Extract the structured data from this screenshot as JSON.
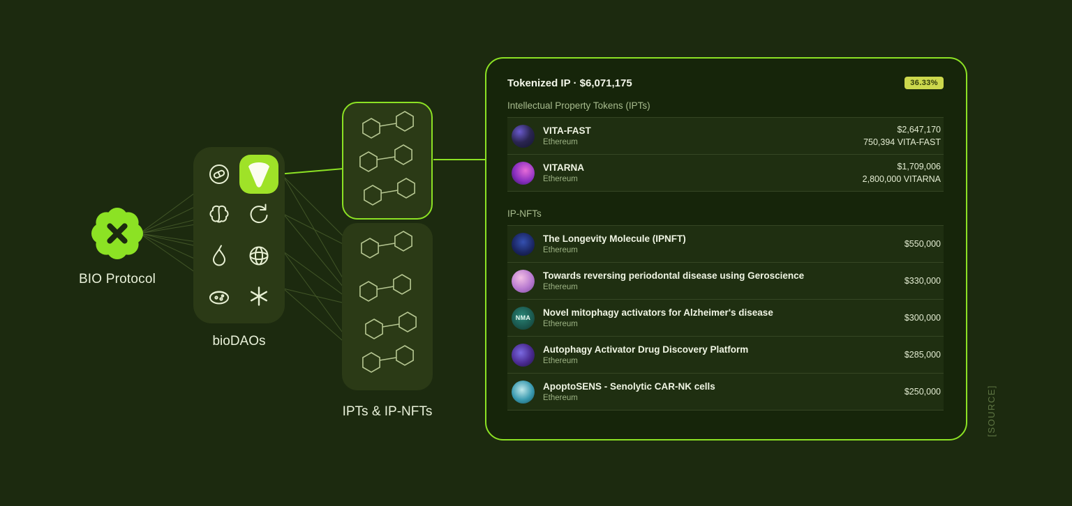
{
  "diagram": {
    "bio_protocol_label": "BIO Protocol",
    "biodaos_label": "bioDAOs",
    "ipts_label": "IPTs & IP-NFTs",
    "source_label": "[SOURCE]",
    "biodao_icons": [
      "capsule-molecule-icon",
      "vitadao-icon",
      "brain-icon",
      "cycle-icon",
      "droplet-icon",
      "sphere-mesh-icon",
      "petri-dish-icon",
      "asterisk-icon"
    ]
  },
  "card": {
    "title": "Tokenized IP · $6,071,175",
    "badge": "36.33%",
    "ipt_section": {
      "label": "Intellectual Property Tokens (IPTs)",
      "rows": [
        {
          "name": "VITA-FAST",
          "chain": "Ethereum",
          "value": "$2,647,170",
          "amount": "750,394 VITA-FAST"
        },
        {
          "name": "VITARNA",
          "chain": "Ethereum",
          "value": "$1,709,006",
          "amount": "2,800,000 VITARNA"
        }
      ]
    },
    "nft_section": {
      "label": "IP-NFTs",
      "rows": [
        {
          "name": "The Longevity Molecule (IPNFT)",
          "chain": "Ethereum",
          "value": "$550,000"
        },
        {
          "name": "Towards reversing periodontal disease using Geroscience",
          "chain": "Ethereum",
          "value": "$330,000"
        },
        {
          "name": "Novel mitophagy activators for Alzheimer's disease",
          "chain": "Ethereum",
          "value": "$300,000",
          "avatar_text": "NMA"
        },
        {
          "name": "Autophagy Activator Drug Discovery Platform",
          "chain": "Ethereum",
          "value": "$285,000"
        },
        {
          "name": "ApoptoSENS - Senolytic CAR-NK cells",
          "chain": "Ethereum",
          "value": "$250,000"
        }
      ]
    }
  },
  "colors": {
    "background": "#1c2a0f",
    "panel": "#2b3a16",
    "accent": "#8ce224",
    "badge_bg": "#ccd84d",
    "badge_text": "#333d0a",
    "muted_text": "#a8bc8e"
  }
}
